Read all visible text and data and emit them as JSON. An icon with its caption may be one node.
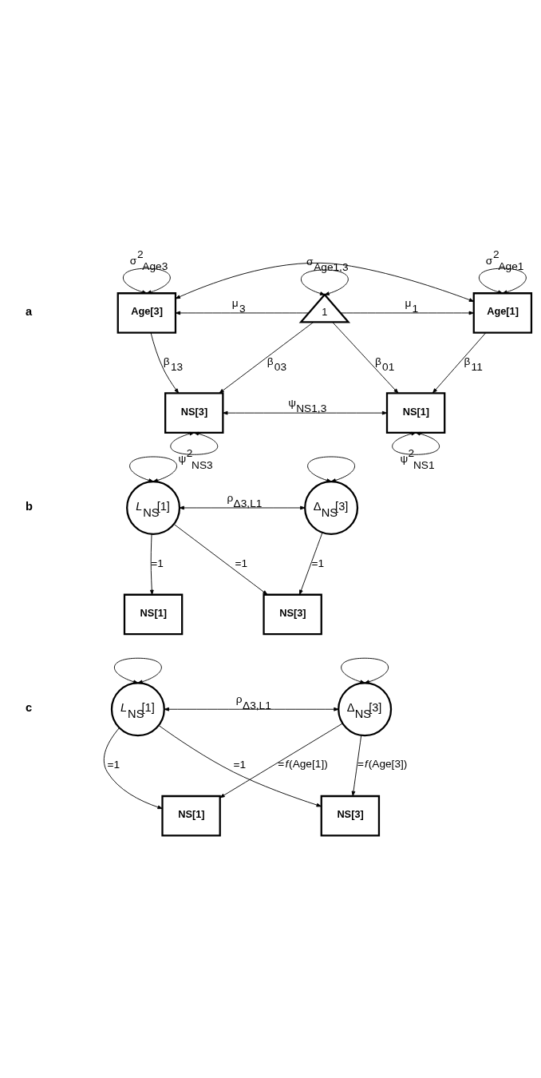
{
  "diagram": {
    "nodes": [
      {
        "text": [
          "Age[1]"
        ]
      },
      {
        "text": [
          "Age[3]"
        ]
      },
      {
        "text": [
          "1"
        ]
      },
      {
        "text": [
          "NS[1]"
        ]
      },
      {
        "text": [
          "NS[3]"
        ]
      },
      {
        "text": [
          "*L*$_{NS}$[1]"
        ]
      },
      {
        "text": [
          "Δ$_{NS}$[3]"
        ]
      },
      {
        "text": [
          "NS[1]"
        ]
      },
      {
        "text": [
          "NS[3]"
        ]
      },
      {
        "text": [
          "*L*$_{NS}$[1]"
        ]
      },
      {
        "text": [
          "Δ$_{NS}$[3]"
        ]
      },
      {
        "text": [
          "NS[1]"
        ]
      },
      {
        "text": [
          "NS[3]"
        ]
      }
    ],
    "edges": [
      {
        "from": 0,
        "to": 1,
        "arrow": "both",
        "label": "σ$_{Age1,3}$"
      },
      {
        "from": 0,
        "to": 0,
        "arrow": "both",
        "label": "σ$^{2}$$_{Age1}$"
      },
      {
        "from": 1,
        "to": 1,
        "arrow": "both",
        "label": "σ$^{2}$$_{Age3}$"
      },
      {
        "from": 2,
        "to": 2,
        "arrow": "both"
      },
      {
        "from": 2,
        "to": 0,
        "arrow": "to",
        "label": "μ$_{1}$"
      },
      {
        "from": 2,
        "to": 1,
        "arrow": "to",
        "label": "μ$_{3}$"
      },
      {
        "from": 0,
        "to": 3,
        "arrow": "to",
        "label": "β$_{11}$"
      },
      {
        "from": 2,
        "to": 3,
        "arrow": "to",
        "label": "β$_{01}$"
      },
      {
        "from": 2,
        "to": 4,
        "arrow": "to",
        "label": "β$_{03}$"
      },
      {
        "from": 1,
        "to": 4,
        "arrow": "to",
        "label": "β$_{13}$"
      },
      {
        "from": 3,
        "to": 3,
        "arrow": "both",
        "label": "ψ$^{2}$$_{NS1}$"
      },
      {
        "from": 4,
        "to": 4,
        "arrow": "both",
        "label": "ψ$^{2}$$_{NS3}$"
      },
      {
        "from": 3,
        "to": 4,
        "arrow": "both",
        "label": "ψ$_{NS1,3}$"
      },
      {
        "from": 5,
        "to": 6,
        "arrow": "both",
        "label": "ρ$_{Δ3,L1}$"
      },
      {
        "from": 5,
        "to": 5,
        "arrow": "both"
      },
      {
        "from": 6,
        "to": 6,
        "arrow": "both"
      },
      {
        "from": 5,
        "to": 7,
        "arrow": "to",
        "label": "=1"
      },
      {
        "from": 5,
        "to": 8,
        "arrow": "to",
        "label": "=1"
      },
      {
        "from": 6,
        "to": 8,
        "arrow": "to",
        "label": "=1"
      },
      {
        "from": 9,
        "to": 10,
        "arrow": "both",
        "label": "ρ$_{Δ3,L1}$"
      },
      {
        "from": 9,
        "to": 9,
        "arrow": "both"
      },
      {
        "from": 10,
        "to": 10,
        "arrow": "both"
      },
      {
        "from": 9,
        "to": 11,
        "arrow": "to",
        "label": "=1"
      },
      {
        "from": 9,
        "to": 12,
        "arrow": "to",
        "label": "=1"
      },
      {
        "from": 10,
        "to": 11,
        "arrow": "to",
        "label": "=*f*(Age[1])"
      },
      {
        "from": 10,
        "to": 12,
        "arrow": "to",
        "label": "=*f*(Age[3])"
      }
    ],
    "labels": [
      "a",
      "b",
      "c"
    ]
  }
}
